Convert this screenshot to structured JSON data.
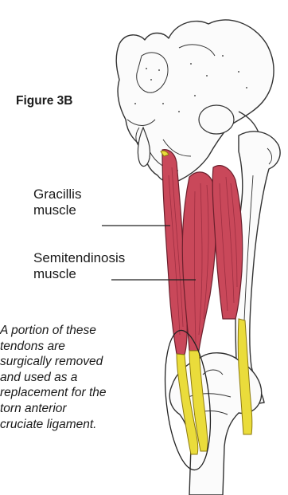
{
  "figure": {
    "title": "Figure 3B",
    "labels": {
      "gracillis": "Gracillis\nmuscle",
      "semitendinosis": "Semitendinosis\nmuscle"
    },
    "caption": "A portion of these\ntendons are\nsurgically removed\nand used as a\nreplacement for the\ntorn anterior\ncruciate ligament."
  },
  "colors": {
    "muscle": "#c9485a",
    "muscle_dark": "#9e2f42",
    "tendon": "#eadc3b",
    "bone_outline": "#333333",
    "bone_fill": "#fbfbfb",
    "text": "#1a1a1a"
  },
  "icons": {
    "illustration": "hamstring-anatomy-drawing"
  }
}
